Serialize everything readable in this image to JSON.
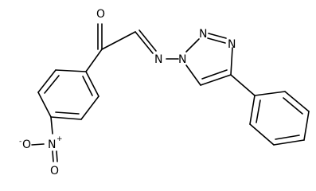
{
  "atoms": {
    "carbonyl_o": "O",
    "imine_n": "N",
    "triazole_n1": "N",
    "triazole_n2": "N",
    "triazole_n3": "N",
    "nitro_n": "N",
    "nitro_n_charge": "+",
    "nitro_o_top": "O",
    "nitro_o_bottom": "O",
    "nitro_o_charge": "-"
  },
  "colors": {
    "ink": "#000000",
    "background": "#ffffff"
  }
}
